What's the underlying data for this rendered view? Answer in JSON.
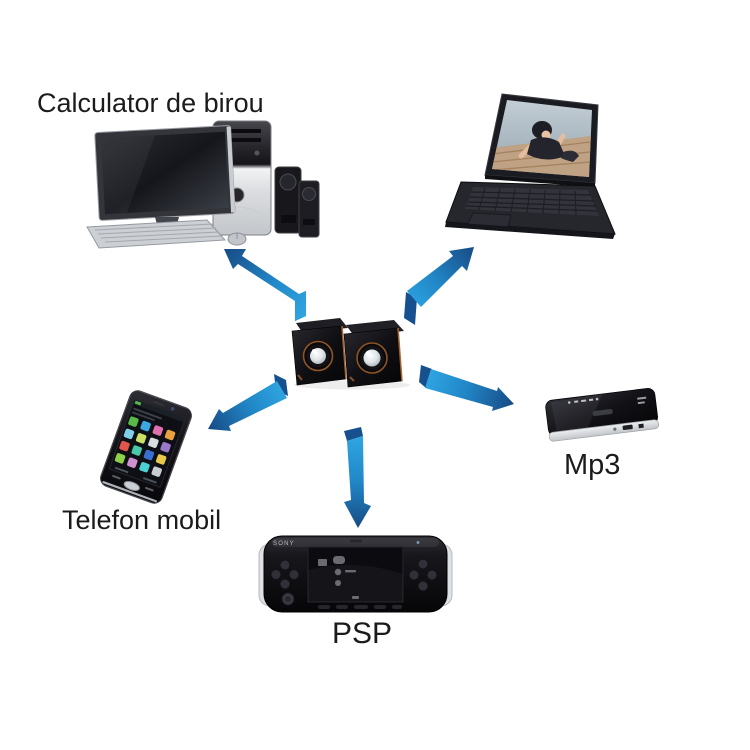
{
  "diagram": {
    "title_context": "speaker compatibility diagram",
    "center_device": "mini cube speakers",
    "labels": {
      "desktop": "Calculator de birou",
      "phone": "Telefon mobil",
      "mp3": "Mp3",
      "psp": "PSP"
    },
    "psp": {
      "brand": "SONY"
    },
    "colors": {
      "background": "#ffffff",
      "arrow_dark": "#174a84",
      "arrow_mid": "#2187c7",
      "arrow_bright": "#2fa6e2",
      "arrow_fold": "#16508f",
      "speaker_accent_orange": "#b36a33",
      "label_text": "#1b1b1b"
    }
  }
}
